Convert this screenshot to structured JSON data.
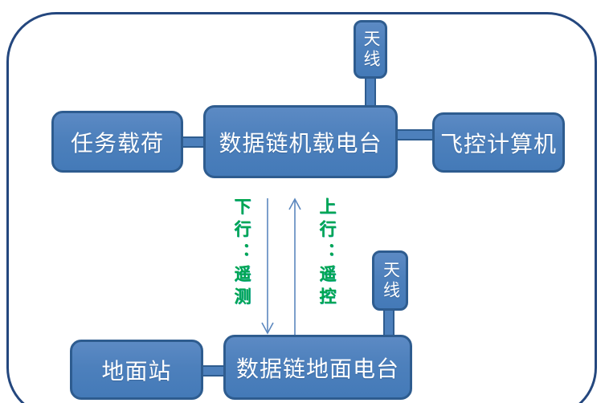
{
  "diagram": {
    "title_note": "UAV data link block diagram",
    "nodes": {
      "antenna_air": {
        "label": "天线"
      },
      "payload": {
        "label": "任务载荷"
      },
      "airborne_radio": {
        "label": "数据链机载电台"
      },
      "flight_computer": {
        "label": "飞控计算机"
      },
      "antenna_ground": {
        "label": "天线"
      },
      "ground_station": {
        "label": "地面站"
      },
      "ground_radio": {
        "label": "数据链地面电台"
      }
    },
    "links": {
      "downlink_label": "下行：遥测",
      "uplink_label": "上行：遥控"
    },
    "colors": {
      "node_fill": "#4d80bc",
      "node_border": "#2e5c8f",
      "frame_border": "#24477e",
      "arrow": "#5b87be",
      "link_text": "#00a651",
      "node_text": "#ffffff"
    }
  }
}
